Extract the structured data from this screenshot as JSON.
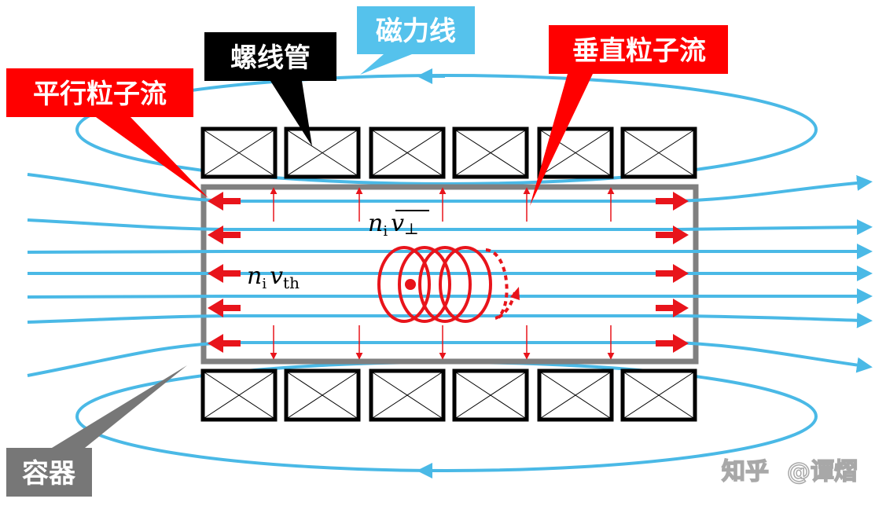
{
  "labels": {
    "parallel_flow": "平行粒子流",
    "solenoid": "螺线管",
    "field_lines": "磁力线",
    "perp_flow": "垂直粒子流",
    "container": "容器"
  },
  "math": {
    "n": "n",
    "sub_i": "i",
    "v": "v",
    "sub_th": "th",
    "sub_perp": "⊥"
  },
  "watermark": {
    "brand": "知乎",
    "handle": "@谭熠"
  },
  "colors": {
    "field_line": "#4ab9e6",
    "particle_flow": "#e8141b",
    "callout_red": "#ff0000",
    "callout_black": "#000000",
    "callout_blue": "#55c2ec",
    "callout_gray": "#777777",
    "container": "#808080"
  }
}
